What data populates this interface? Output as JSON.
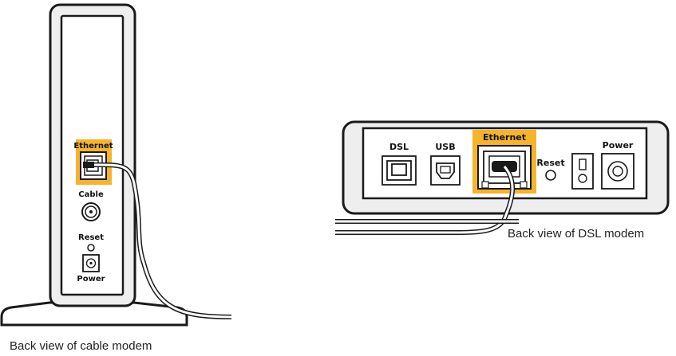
{
  "cable_modem": {
    "ethernet_label": "Ethernet",
    "cable_label": "Cable",
    "reset_label": "Reset",
    "power_label": "Power",
    "caption": "Back view of cable modem"
  },
  "dsl_modem": {
    "dsl_label": "DSL",
    "usb_label": "USB",
    "ethernet_label": "Ethernet",
    "reset_label": "Reset",
    "power_label": "Power",
    "caption": "Back view of DSL modem"
  },
  "colors": {
    "highlight": "#f6b42a",
    "outline": "#1a1a1a",
    "panel": "#eeeeee"
  }
}
